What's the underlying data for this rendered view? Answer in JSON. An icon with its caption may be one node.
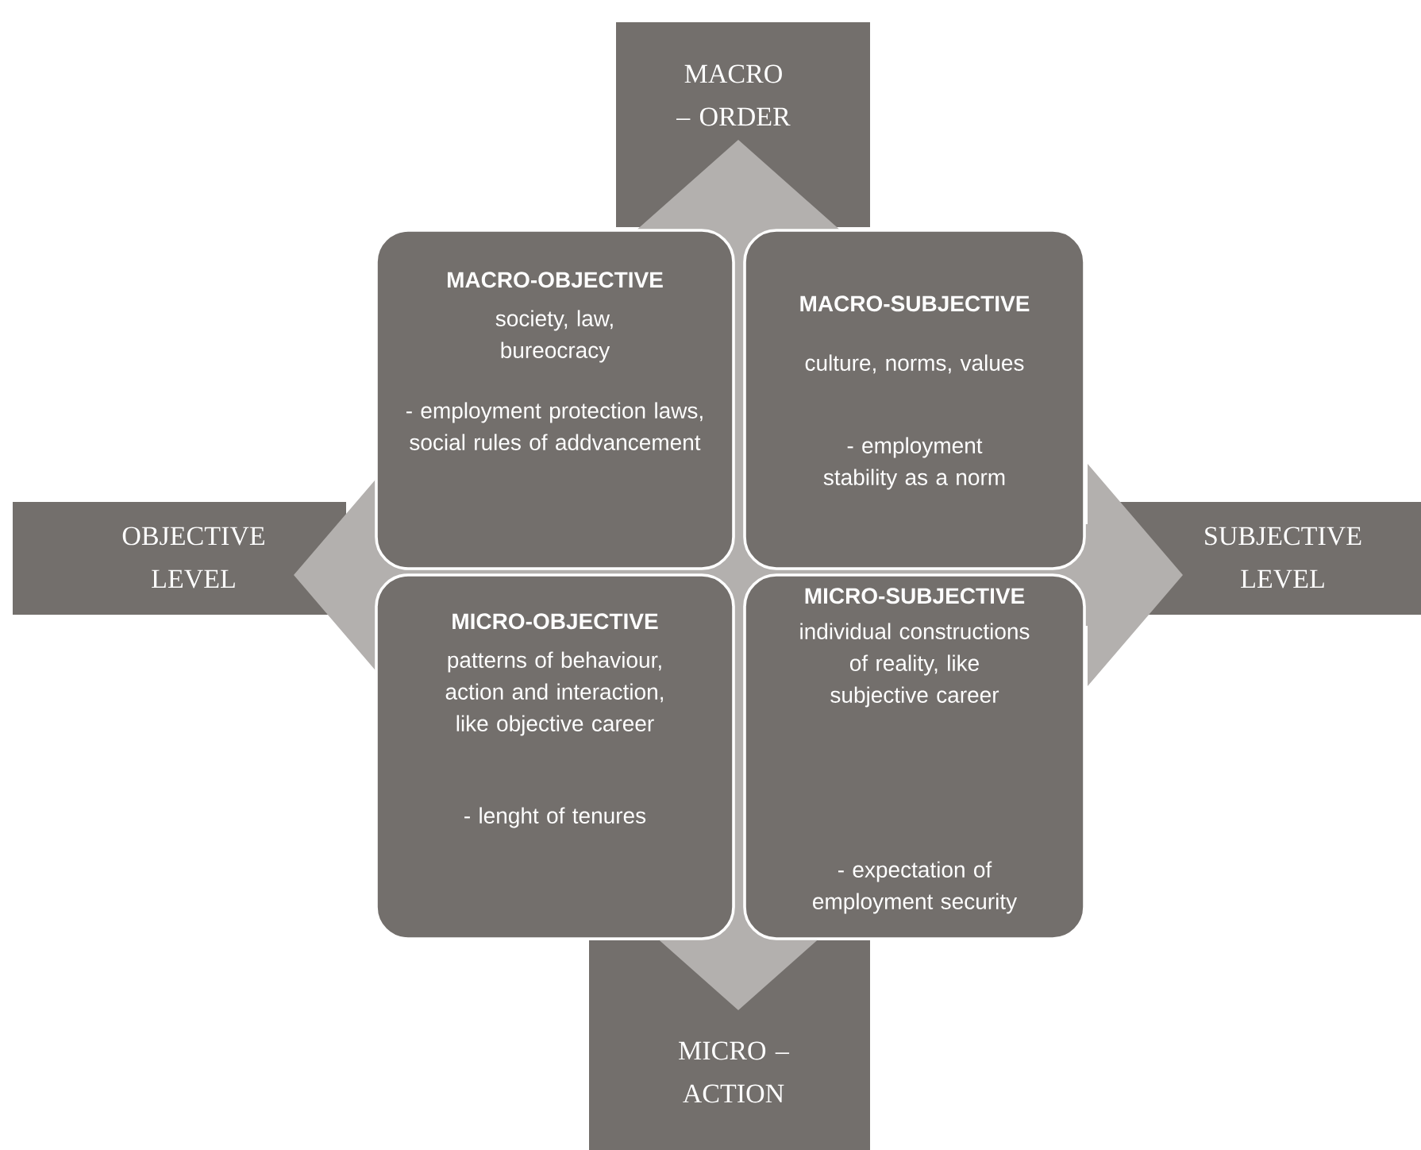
{
  "diagram": {
    "nodes": [
      {
        "text": [
          "MACRO – ORDER"
        ]
      },
      {
        "text": [
          "MACRO-OBJECTIVE",
          "society, law, bureocracy",
          "- employment protection laws, social rules of addvancement"
        ]
      },
      {
        "text": [
          "MACRO-SUBJECTIVE",
          "culture, norms, values",
          "- employment stability as a norm"
        ]
      },
      {
        "text": [
          "OBJECTIVE LEVEL"
        ]
      },
      {
        "text": [
          "SUBJECTIVE LEVEL"
        ]
      },
      {
        "text": [
          "MICRO-OBJECTIVE",
          "patterns of behaviour, action and interaction, like objective career",
          "- lenght of tenures"
        ]
      },
      {
        "text": [
          "MICRO-SUBJECTIVE",
          "individual constructions of reality, like subjective career",
          "- expectation of employment security"
        ]
      },
      {
        "text": [
          "MICRO – ACTION"
        ]
      }
    ]
  }
}
